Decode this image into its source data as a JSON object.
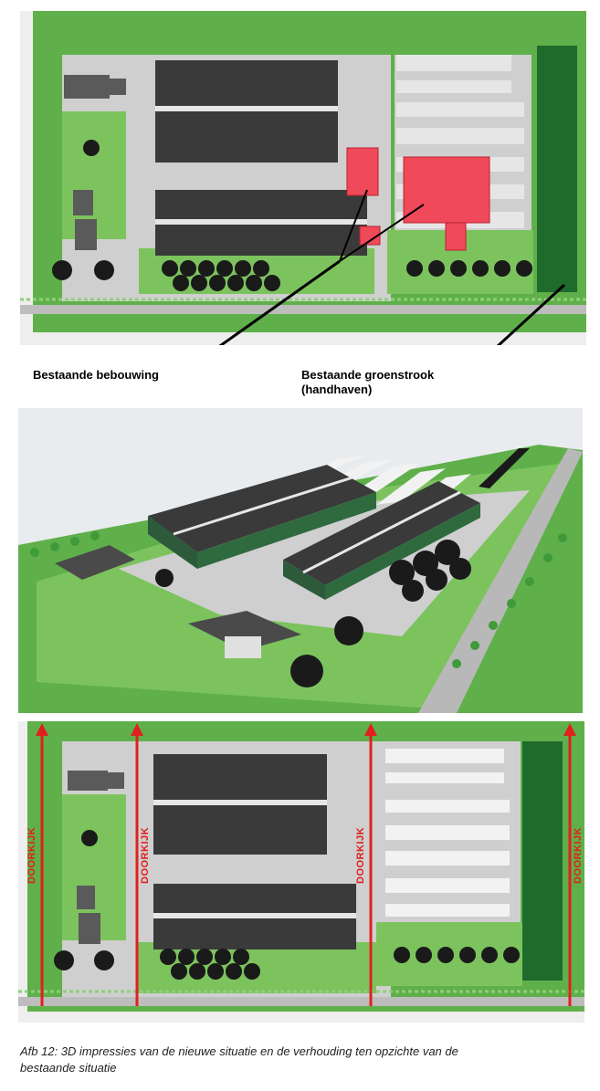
{
  "labels": {
    "existing_buildings": "Bestaande bebouwing",
    "existing_green_strip_line1": "Bestaande groenstrook",
    "existing_green_strip_line2": "(handhaven)"
  },
  "sightline_label": "DOORKIJK",
  "caption_line1": "Afb 12: 3D impressies van de nieuwe situatie en de verhouding ten opzichte van de",
  "caption_line2": "bestaande situatie",
  "colors": {
    "grass": "#5fb04a",
    "grass_light": "#7cc35e",
    "dark_green": "#1f6b2c",
    "roof": "#3a3a3a",
    "pavement": "#cfcfcf",
    "new_building": "#f04a5a",
    "arrow_red": "#e0201e"
  }
}
